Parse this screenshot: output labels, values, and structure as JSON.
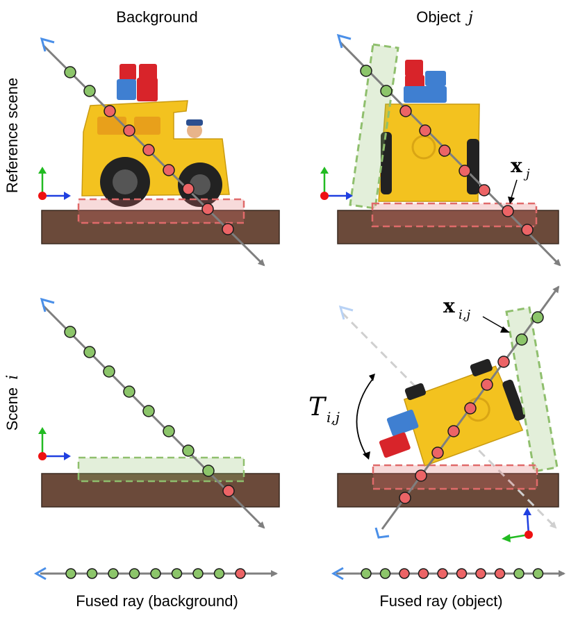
{
  "headers": {
    "col_background": "Background",
    "col_object_prefix": "Object",
    "col_object_var": "j",
    "row_reference": "Reference scene",
    "row_scene_prefix": "Scene",
    "row_scene_var": "i"
  },
  "annotations": {
    "xj_main": "x",
    "xj_sub": "j",
    "xij_main": "x",
    "xij_sub": "i,j",
    "T_main": "T",
    "T_sub": "i,j"
  },
  "captions": {
    "fused_background": "Fused ray (background)",
    "fused_object": "Fused ray (object)"
  },
  "fused_rays": {
    "background_samples": [
      "green",
      "green",
      "green",
      "green",
      "green",
      "green",
      "green",
      "green",
      "red"
    ],
    "object_samples": [
      "green",
      "green",
      "red",
      "red",
      "red",
      "red",
      "red",
      "red",
      "green",
      "green"
    ]
  },
  "colors": {
    "ray": "#7f7f7f",
    "sample_green": "#8cc56a",
    "sample_red": "#ec6466",
    "camera_blue": "#4a8fe8",
    "ground": "#6b4a3a",
    "object_box": "#8fbf6d",
    "background_box": "#e06a6a",
    "truck_yellow": "#f3c21f",
    "truck_red": "#d8242a",
    "truck_blue": "#3f7fd1"
  }
}
